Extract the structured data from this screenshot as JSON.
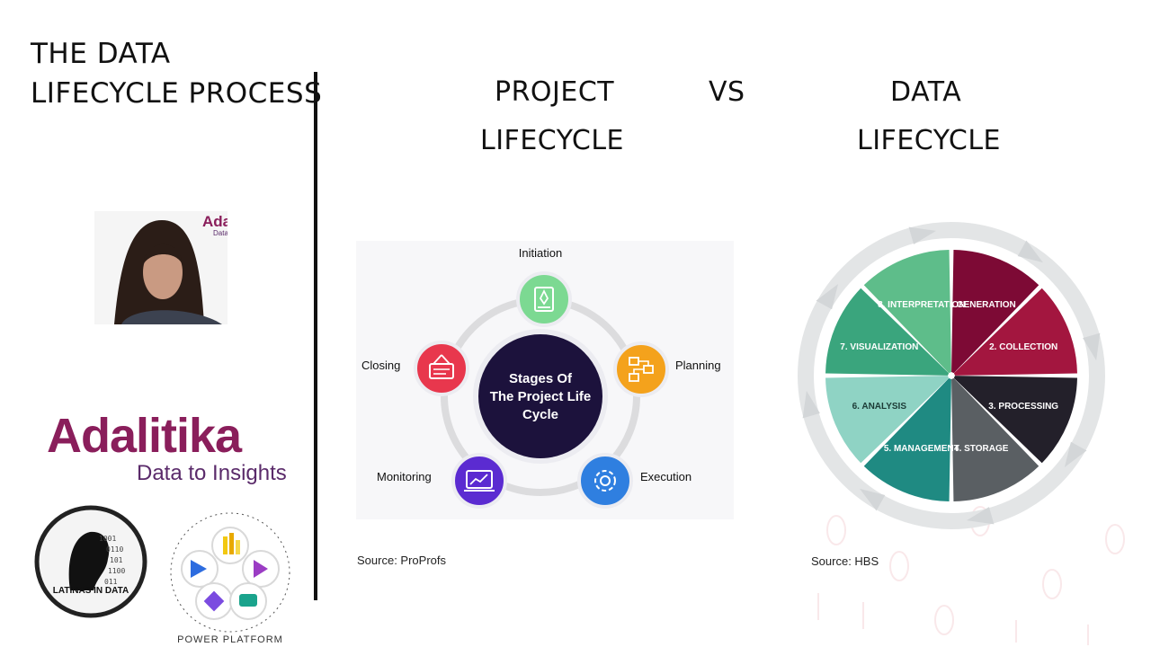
{
  "slide": {
    "title_line1": "THE DATA",
    "title_line2": "LIFECYCLE PROCESS",
    "header_project_line1": "PROJECT",
    "header_project_line2": "LIFECYCLE",
    "header_vs": "VS",
    "header_data_line1": "DATA",
    "header_data_line2": "LIFECYCLE"
  },
  "branding": {
    "webcam_logo_name": "Adalitika",
    "webcam_logo_tagline": "Data to Insights",
    "logo_name": "Adalitika",
    "logo_tagline": "Data to Insights",
    "latinas_label": "LATINAS IN DATA",
    "power_platform_label": "POWER PLATFORM"
  },
  "project_lifecycle": {
    "center_line1": "Stages Of",
    "center_line2": "The Project Life",
    "center_line3": "Cycle",
    "stages": [
      {
        "label": "Initiation",
        "color": "#7cd992",
        "icon": "rocket-doc-icon"
      },
      {
        "label": "Planning",
        "color": "#f4a21c",
        "icon": "flowchart-icon"
      },
      {
        "label": "Execution",
        "color": "#2f7fe0",
        "icon": "gear-cycle-icon"
      },
      {
        "label": "Monitoring",
        "color": "#5b2bd1",
        "icon": "chart-monitor-icon"
      },
      {
        "label": "Closing",
        "color": "#e8374d",
        "icon": "closed-sign-icon"
      }
    ],
    "source": "Source: ProProfs"
  },
  "data_lifecycle": {
    "segments": [
      {
        "label": "1. GENERATION",
        "color": "#7d0a35"
      },
      {
        "label": "2. COLLECTION",
        "color": "#a3163f"
      },
      {
        "label": "3. PROCESSING",
        "color": "#23202a"
      },
      {
        "label": "4. STORAGE",
        "color": "#5a5f63"
      },
      {
        "label": "5. MANAGEMENT",
        "color": "#1f8a82"
      },
      {
        "label": "6. ANALYSIS",
        "color": "#8fd3c4"
      },
      {
        "label": "7. VISUALIZATION",
        "color": "#3aa57d"
      },
      {
        "label": "8. INTERPRETATION",
        "color": "#5ebd8a"
      }
    ],
    "source": "Source: HBS"
  }
}
